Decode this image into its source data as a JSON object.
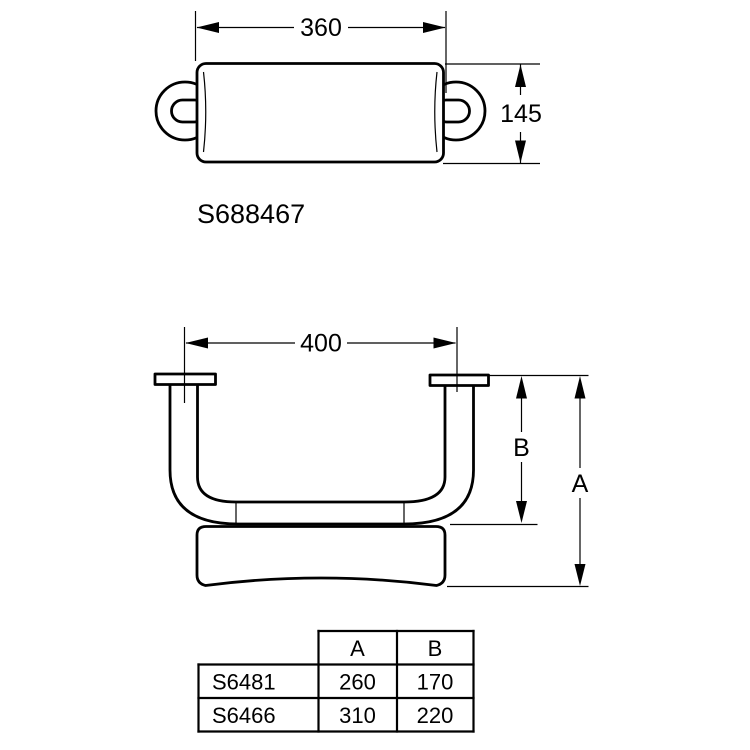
{
  "colors": {
    "line": "#000000",
    "background": "#ffffff"
  },
  "top_view": {
    "width_dim": "360",
    "height_dim": "145",
    "part_number": "S688467"
  },
  "front_view": {
    "width_dim": "400",
    "dim_b_label": "B",
    "dim_a_label": "A"
  },
  "size_table": {
    "col_headers": [
      "A",
      "B"
    ],
    "rows": [
      {
        "model": "S6481",
        "a": "260",
        "b": "170"
      },
      {
        "model": "S6466",
        "a": "310",
        "b": "220"
      }
    ]
  }
}
